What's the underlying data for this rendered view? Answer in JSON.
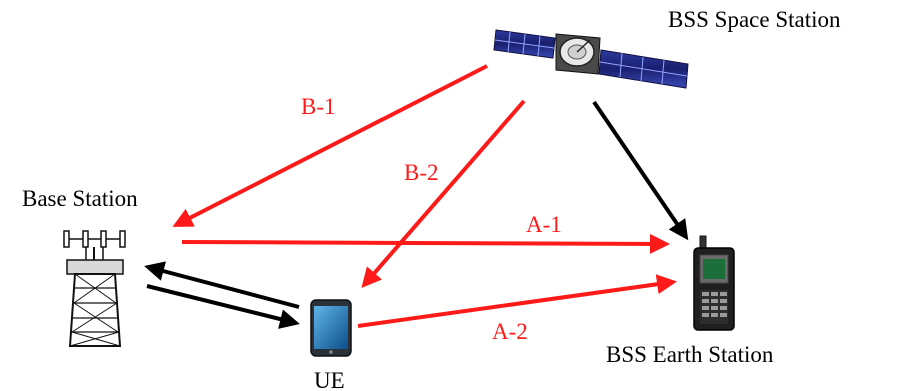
{
  "nodes": {
    "space_station": {
      "label": "BSS  Space Station",
      "icon": "satellite-icon"
    },
    "base_station": {
      "label": "Base Station",
      "icon": "cell-tower-icon"
    },
    "ue": {
      "label": "UE",
      "icon": "smartphone-icon"
    },
    "earth_station": {
      "label": "BSS  Earth Station",
      "icon": "satellite-phone-icon"
    }
  },
  "links": {
    "b1": "B-1",
    "b2": "B-2",
    "a1": "A-1",
    "a2": "A-2"
  },
  "colors": {
    "interference": "#ff1a1a",
    "signal": "#000000"
  }
}
